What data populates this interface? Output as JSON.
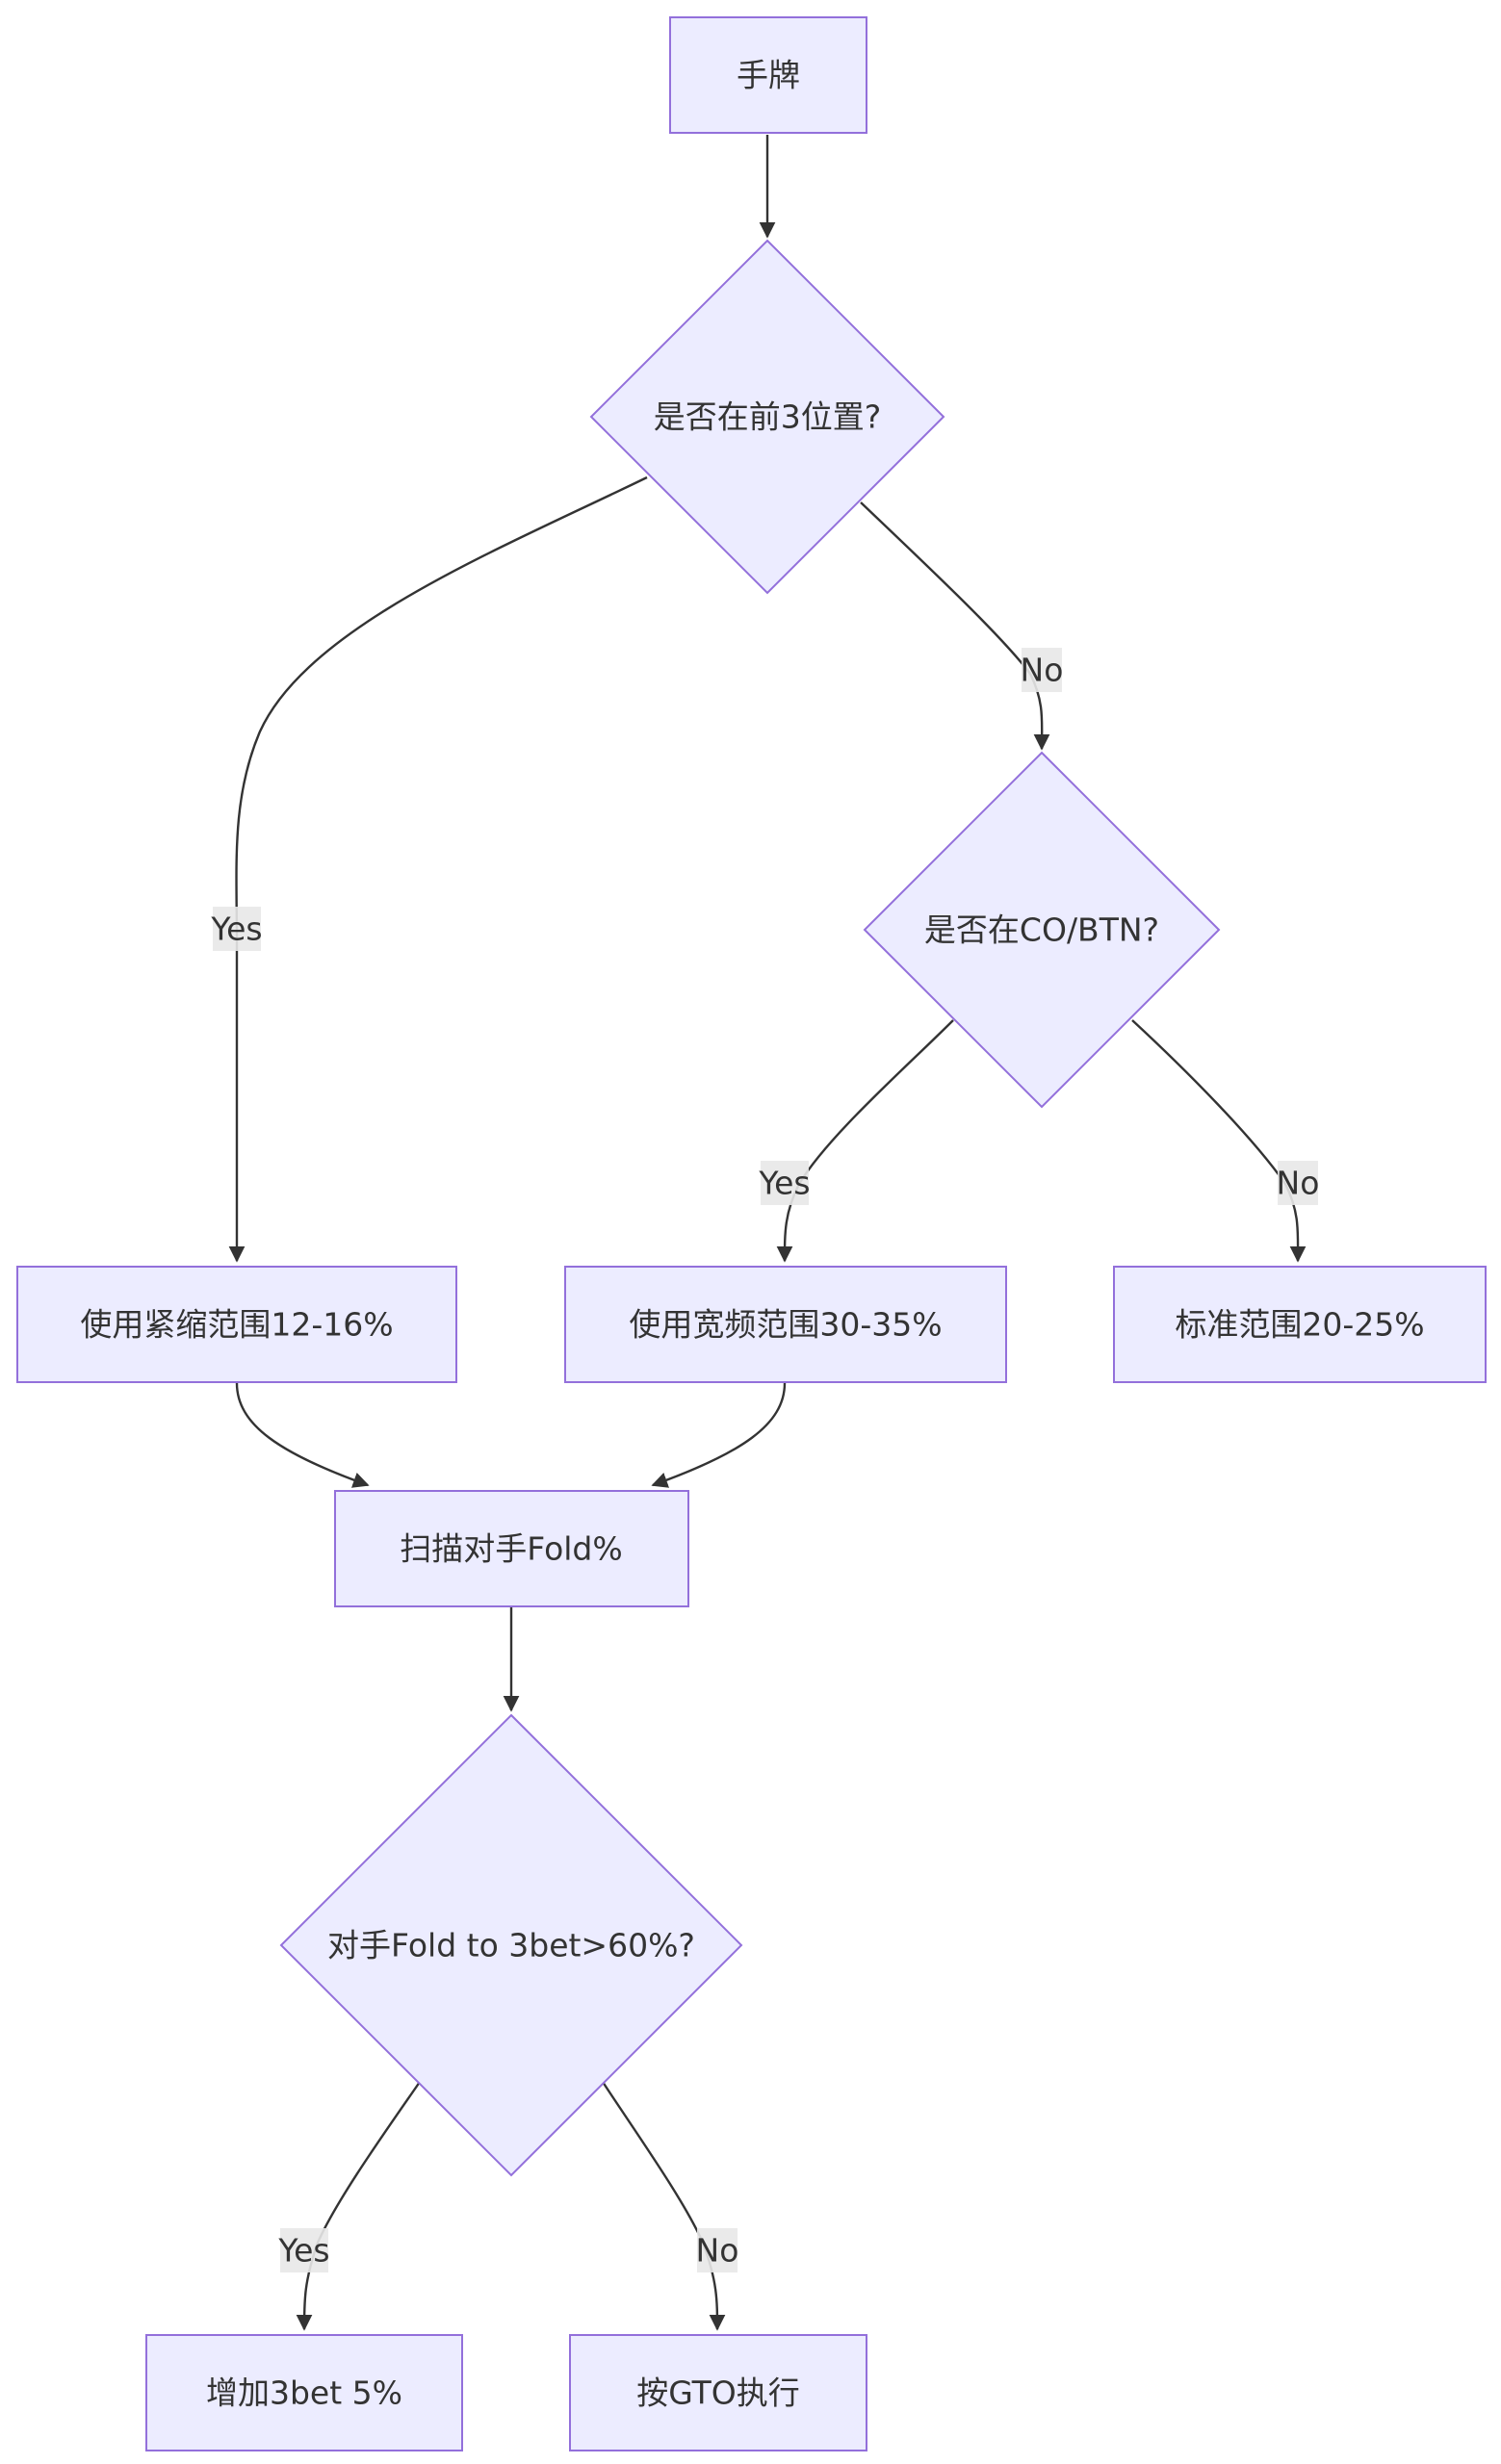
{
  "diagram": {
    "nodes": {
      "hand": "手牌",
      "decision_early": "是否在前3位置?",
      "decision_co_btn": "是否在CO/BTN?",
      "tight_range": "使用紧缩范围12-16%",
      "wide_range": "使用宽频范围30-35%",
      "standard_range": "标准范围20-25%",
      "scan_fold": "扫描对手Fold%",
      "decision_fold_3bet": "对手Fold to 3bet>60%?",
      "increase_3bet": "增加3bet 5%",
      "gto": "按GTO执行"
    },
    "edge_labels": {
      "early_yes": "Yes",
      "early_no": "No",
      "co_btn_yes": "Yes",
      "co_btn_no": "No",
      "fold_yes": "Yes",
      "fold_no": "No"
    },
    "colors": {
      "node_fill": "#ececff",
      "node_stroke": "#9370db",
      "edge": "#333333",
      "edge_label_bg": "#e8e8e8",
      "text": "#333333"
    }
  }
}
